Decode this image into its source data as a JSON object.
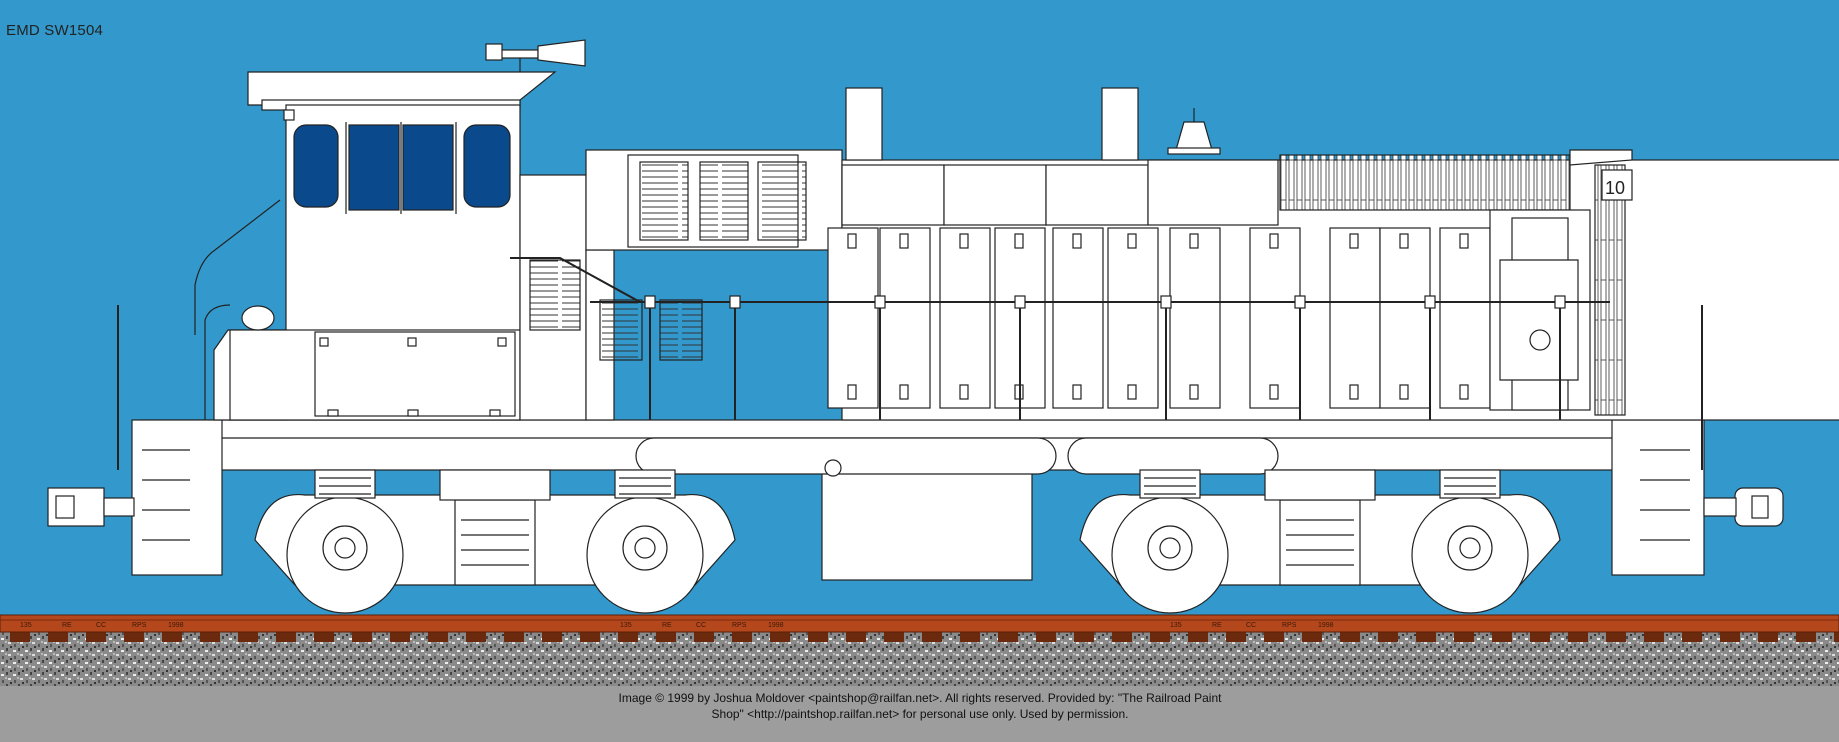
{
  "model": "EMD SW1504",
  "cab_number": "10",
  "rail_stamp": {
    "weight": "135",
    "code_1": "RE",
    "code_2": "CC",
    "mark": "RPS",
    "year": "1998"
  },
  "credit": {
    "line1": "Image © 1999 by Joshua Moldover <paintshop@railfan.net>.  All rights reserved.  Provided by: \"The Railroad Paint",
    "line2": "Shop\" <http://paintshop.railfan.net> for personal use only.  Used by permission."
  },
  "colors": {
    "sky": "#3399cc",
    "body": "#ffffff",
    "window": "#0a4a8c",
    "rail": "#b5471c",
    "tie": "#6b2a0e",
    "ballast": "#8a8a8a",
    "footer": "#9d9d9d"
  }
}
